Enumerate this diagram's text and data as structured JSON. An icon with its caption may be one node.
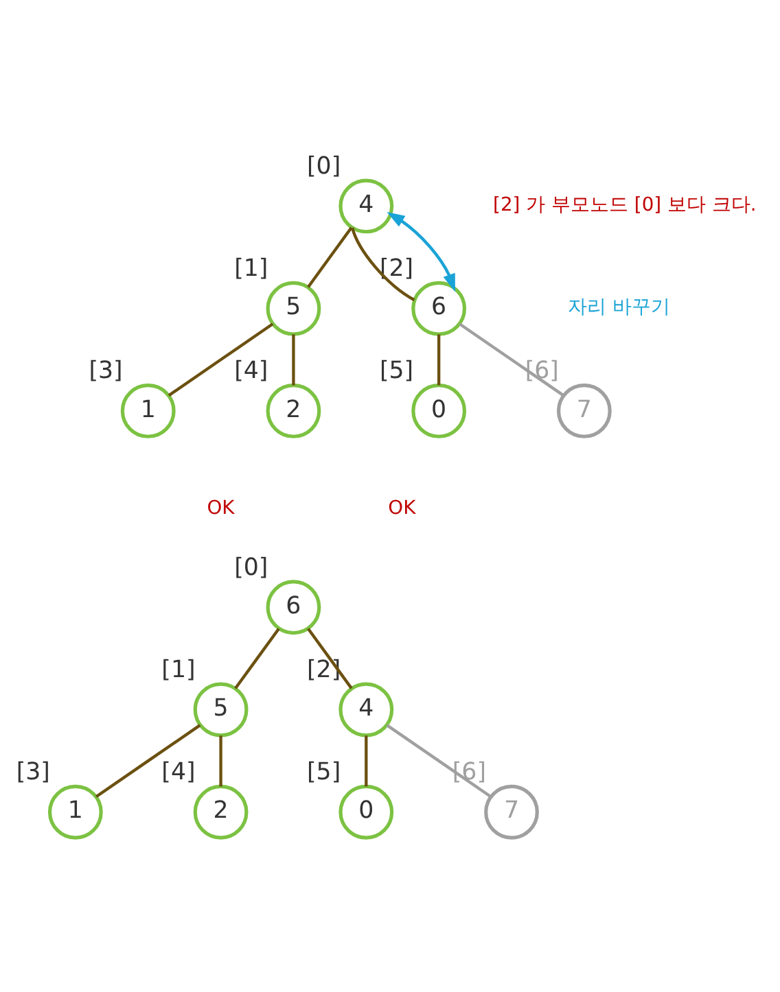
{
  "diagram": {
    "nodes": [
      {
        "text": [
          "4"
        ],
        "beside": [
          "[0]"
        ]
      },
      {
        "text": [
          "5"
        ],
        "beside": [
          "[1]"
        ]
      },
      {
        "text": [
          "6"
        ],
        "beside": [
          "[2]"
        ]
      },
      {
        "text": [
          "1"
        ],
        "beside": [
          "[3]"
        ]
      },
      {
        "text": [
          "2"
        ],
        "beside": [
          "[4]"
        ]
      },
      {
        "text": [
          "0"
        ],
        "beside": [
          "[5]"
        ]
      },
      {
        "text": [
          "7"
        ],
        "beside": [
          "[6]"
        ]
      },
      {
        "text": [
          "6"
        ],
        "beside": [
          "[0]"
        ]
      },
      {
        "text": [
          "5"
        ],
        "beside": [
          "[1]"
        ]
      },
      {
        "text": [
          "4"
        ],
        "beside": [
          "[2]"
        ]
      },
      {
        "text": [
          "1"
        ],
        "beside": [
          "[3]"
        ]
      },
      {
        "text": [
          "2"
        ],
        "beside": [
          "[4]"
        ]
      },
      {
        "text": [
          "0"
        ],
        "beside": [
          "[5]"
        ]
      },
      {
        "text": [
          "7"
        ],
        "beside": [
          "[6]"
        ]
      }
    ],
    "edges": [
      {
        "from": 0,
        "to": 1,
        "arrow": "none"
      },
      {
        "from": 0,
        "to": 2,
        "arrow": "none"
      },
      {
        "from": 1,
        "to": 3,
        "arrow": "none"
      },
      {
        "from": 1,
        "to": 4,
        "arrow": "none"
      },
      {
        "from": 2,
        "to": 5,
        "arrow": "none"
      },
      {
        "from": 2,
        "to": 6,
        "arrow": "none",
        "color": "#a0a0a0"
      },
      {
        "from": 0,
        "to": 2,
        "arrow": "both",
        "color": "#1aa3d6"
      },
      {
        "from": 7,
        "to": 8,
        "arrow": "none"
      },
      {
        "from": 7,
        "to": 9,
        "arrow": "none"
      },
      {
        "from": 8,
        "to": 10,
        "arrow": "none"
      },
      {
        "from": 8,
        "to": 11,
        "arrow": "none"
      },
      {
        "from": 9,
        "to": 12,
        "arrow": "none"
      },
      {
        "from": 9,
        "to": 13,
        "arrow": "none",
        "color": "#a0a0a0"
      }
    ],
    "labels": [
      "[2] 가 부모노드 [0] 보다 크다.",
      "자리 바꾸기",
      "OK",
      "OK"
    ]
  }
}
